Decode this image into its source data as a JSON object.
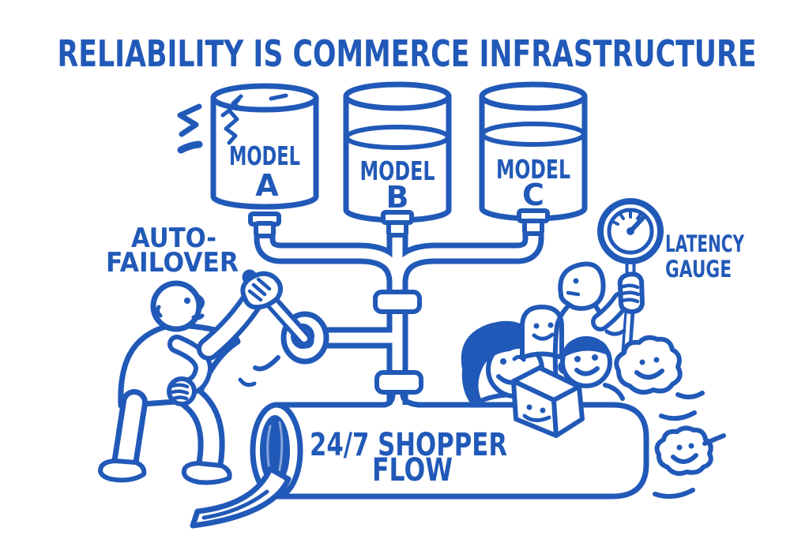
{
  "title": "RELIABILITY IS COMMERCE INFRASTRUCTURE",
  "colors": {
    "ink": "#2159b8",
    "paper": "#ffffff"
  },
  "tanks": [
    {
      "label": "MODEL",
      "variant": "A"
    },
    {
      "label": "MODEL",
      "variant": "B"
    },
    {
      "label": "MODEL",
      "variant": "C"
    }
  ],
  "callouts": {
    "auto_failover": {
      "line1": "AUTO-",
      "line2": "FAILOVER"
    },
    "latency_gauge": {
      "line1": "LATENCY",
      "line2": "GAUGE"
    }
  },
  "pipe": {
    "line1": "24/7 SHOPPER",
    "line2": "FLOW"
  },
  "scene": {
    "tank_a_state": "cracked-failing",
    "tank_b_state": "filled",
    "tank_c_state": "filled",
    "figures": [
      "worker-turning-failover-valve",
      "shopper-woman",
      "shopper-ghost-face",
      "shopper-man-holding-gauge",
      "shopper-boy",
      "smiley-cloud",
      "smiley-cloud",
      "smiling-package-box"
    ],
    "flow": "pipe-pouring-stream"
  }
}
